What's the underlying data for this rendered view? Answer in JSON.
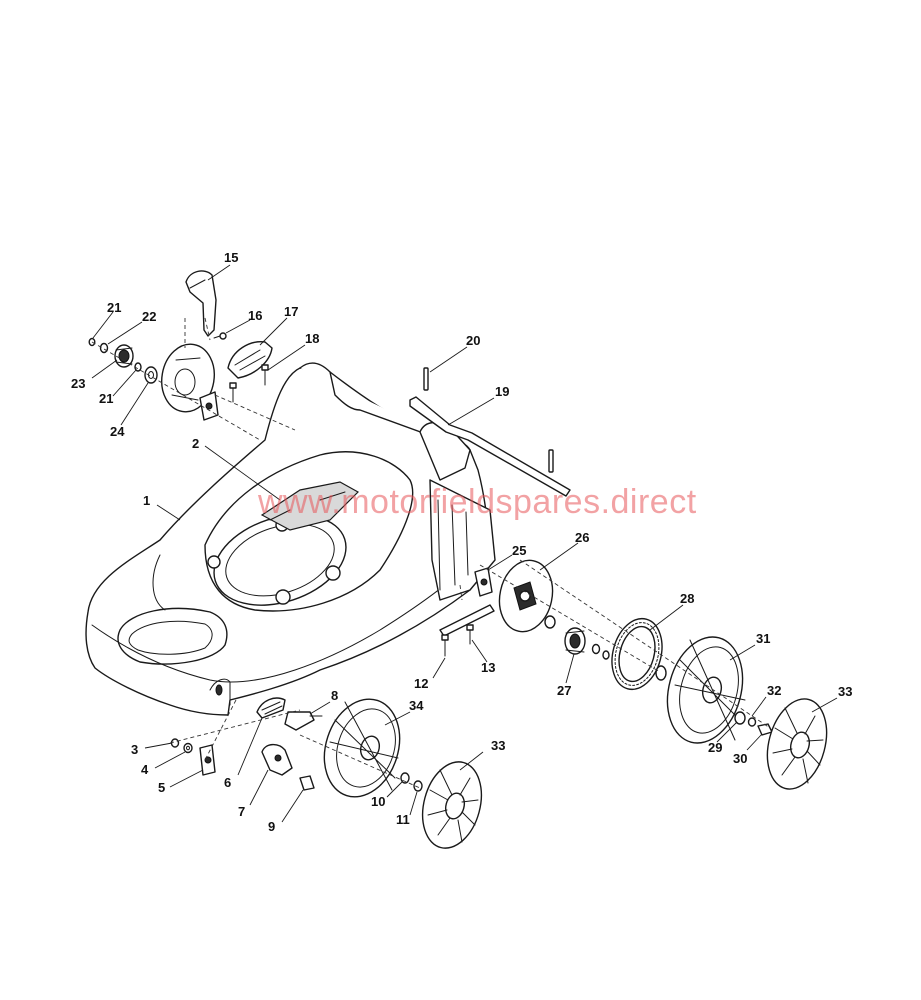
{
  "watermark": "www.motorfieldspares.direct",
  "callouts": [
    {
      "id": "c1",
      "label": "1"
    },
    {
      "id": "c2",
      "label": "2"
    },
    {
      "id": "c3",
      "label": "3"
    },
    {
      "id": "c4",
      "label": "4"
    },
    {
      "id": "c5",
      "label": "5"
    },
    {
      "id": "c6",
      "label": "6"
    },
    {
      "id": "c7",
      "label": "7"
    },
    {
      "id": "c8",
      "label": "8"
    },
    {
      "id": "c9",
      "label": "9"
    },
    {
      "id": "c10",
      "label": "10"
    },
    {
      "id": "c11",
      "label": "11"
    },
    {
      "id": "c12",
      "label": "12"
    },
    {
      "id": "c13",
      "label": "13"
    },
    {
      "id": "c15",
      "label": "15"
    },
    {
      "id": "c16",
      "label": "16"
    },
    {
      "id": "c17",
      "label": "17"
    },
    {
      "id": "c18",
      "label": "18"
    },
    {
      "id": "c19",
      "label": "19"
    },
    {
      "id": "c20",
      "label": "20"
    },
    {
      "id": "c21a",
      "label": "21"
    },
    {
      "id": "c21b",
      "label": "21"
    },
    {
      "id": "c22",
      "label": "22"
    },
    {
      "id": "c23",
      "label": "23"
    },
    {
      "id": "c24",
      "label": "24"
    },
    {
      "id": "c25",
      "label": "25"
    },
    {
      "id": "c26",
      "label": "26"
    },
    {
      "id": "c27",
      "label": "27"
    },
    {
      "id": "c28",
      "label": "28"
    },
    {
      "id": "c29",
      "label": "29"
    },
    {
      "id": "c30",
      "label": "30"
    },
    {
      "id": "c31",
      "label": "31"
    },
    {
      "id": "c32",
      "label": "32"
    },
    {
      "id": "c33a",
      "label": "33"
    },
    {
      "id": "c33b",
      "label": "33"
    },
    {
      "id": "c34",
      "label": "34"
    }
  ]
}
